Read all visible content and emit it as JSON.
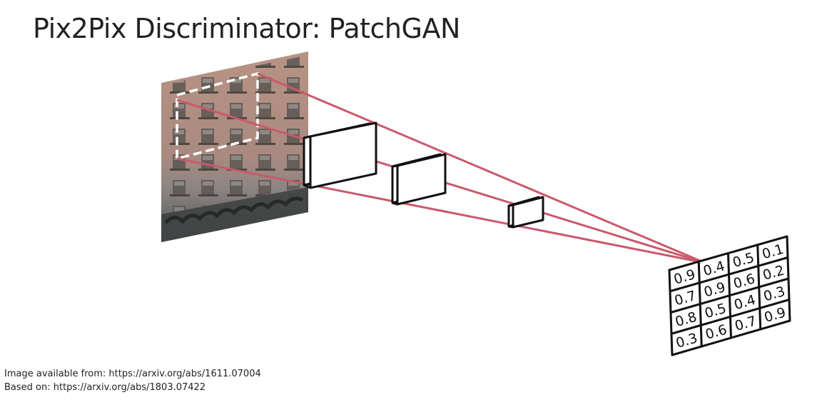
{
  "title": "Pix2Pix Discriminator: PatchGAN",
  "sources": [
    "Image available from: https://arxiv.org/abs/1611.07004",
    "Based on: https://arxiv.org/abs/1803.07422"
  ],
  "output_matrix": [
    [
      "0.9",
      "0.4",
      "0.5",
      "0.1"
    ],
    [
      "0.7",
      "0.9",
      "0.6",
      "0.2"
    ],
    [
      "0.8",
      "0.5",
      "0.4",
      "0.3"
    ],
    [
      "0.3",
      "0.6",
      "0.7",
      "0.9"
    ]
  ],
  "colors": {
    "projection_lines": "#c9596b",
    "patch_outline": "#ffffff",
    "layer_stroke": "#111111"
  }
}
